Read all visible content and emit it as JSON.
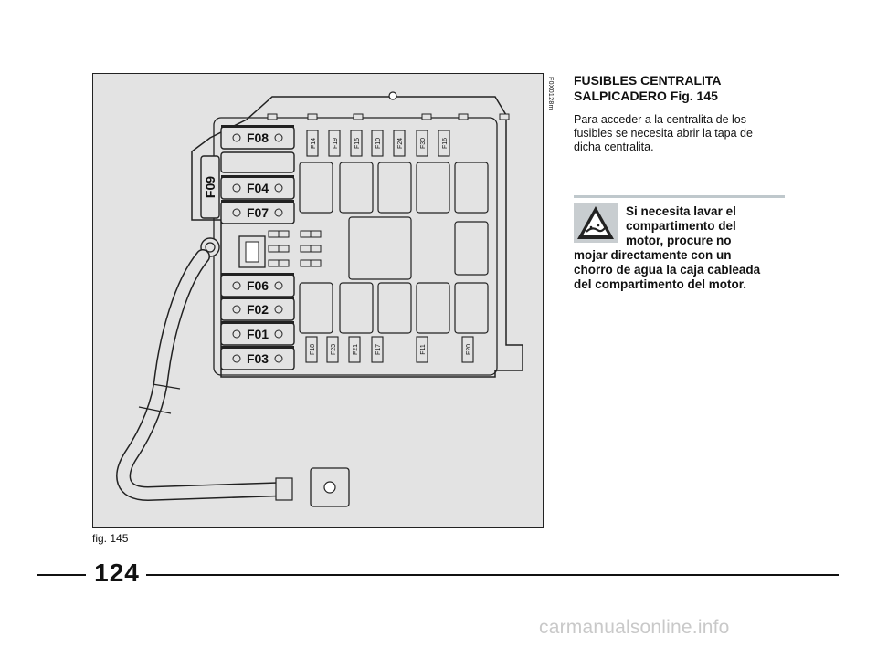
{
  "figure": {
    "code": "F0X0128m",
    "caption": "fig. 145",
    "large_fuses": [
      "F08",
      "F09",
      "F04",
      "F07",
      "F06",
      "F02",
      "F01",
      "F03"
    ],
    "top_fuses": [
      "F14",
      "F19",
      "F15",
      "F10",
      "F24",
      "F30",
      "F16"
    ],
    "bottom_fuses": [
      "F18",
      "F23",
      "F21",
      "F17",
      "F11",
      "F20"
    ]
  },
  "section": {
    "heading_lines": [
      "FUSIBLES CENTRALITA",
      "SALPICADERO Fig. 145"
    ],
    "paragraph_lines": [
      "Para acceder a la centralita de los",
      "fusibles se necesita abrir la tapa de",
      "dicha centralita."
    ]
  },
  "warning": {
    "icon": "warning-triangle-icon",
    "lines": [
      "Si necesita lavar el",
      "compartimento del",
      "motor, procure no",
      "mojar directamente con un",
      "chorro de agua la caja cableada",
      "del compartimento del motor."
    ]
  },
  "footer": {
    "page_number": "124"
  },
  "watermark": "carmanualsonline.info"
}
